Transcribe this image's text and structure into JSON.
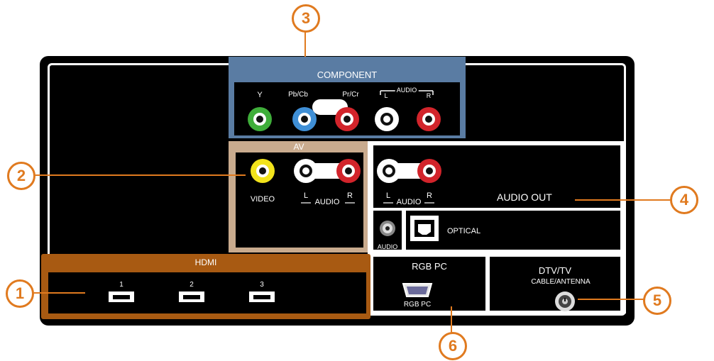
{
  "callouts": [
    "1",
    "2",
    "3",
    "4",
    "5",
    "6"
  ],
  "component": {
    "title": "COMPONENT",
    "labels": {
      "y": "Y",
      "pb": "Pb/Cb",
      "pr": "Pr/Cr",
      "audio": "AUDIO",
      "l": "L",
      "r": "R"
    },
    "colors": {
      "y": "#3fae3a",
      "pb": "#3f8fd6",
      "pr": "#d2242b",
      "l": "#ffffff",
      "r": "#d2242b"
    }
  },
  "av": {
    "title": "AV",
    "labels": {
      "video": "VIDEO",
      "l": "L",
      "audio": "AUDIO",
      "r": "R"
    },
    "colors": {
      "video": "#f2e31b",
      "l": "#ffffff",
      "r": "#d2242b"
    }
  },
  "audio_out": {
    "title": "AUDIO OUT",
    "labels": {
      "l": "L",
      "audio": "AUDIO",
      "r": "R",
      "optical": "OPTICAL",
      "pc_audio": "AUDIO"
    }
  },
  "hdmi": {
    "title": "HDMI",
    "ports": [
      "1",
      "2",
      "3"
    ]
  },
  "rgb_pc": {
    "title": "RGB PC",
    "port_label": "RGB PC"
  },
  "dtv": {
    "title": "DTV/TV",
    "subtitle": "CABLE/ANTENNA"
  },
  "colors": {
    "accent": "#e07a1f",
    "component_bg": "#5a7ca3",
    "av_bg": "#c9ab8e",
    "hdmi_bg": "#a85a12"
  }
}
